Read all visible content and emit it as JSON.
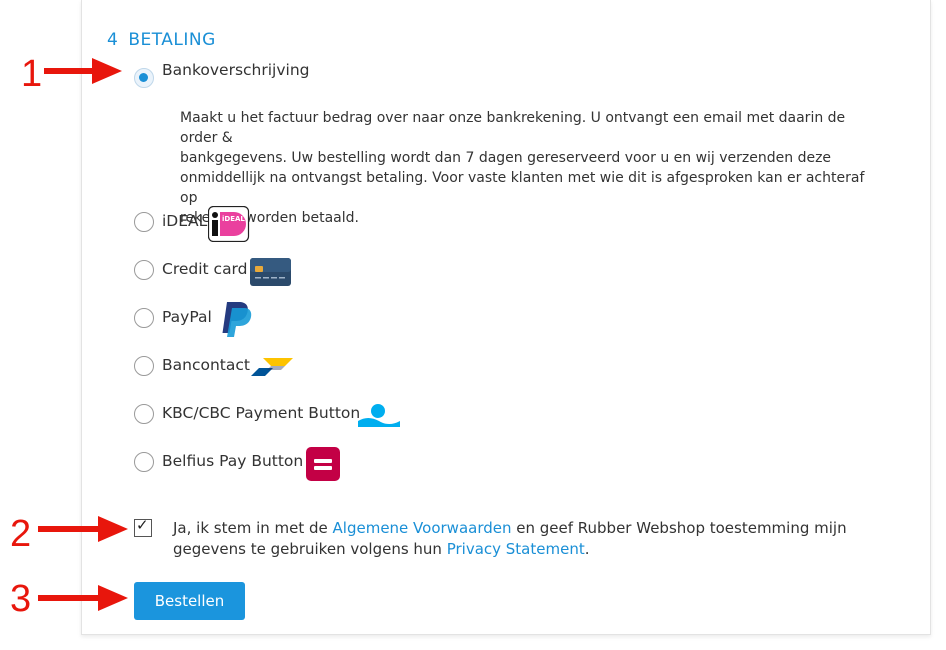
{
  "section": {
    "number": "4",
    "title": "BETALING"
  },
  "payment": {
    "options": [
      {
        "label": "Bankoverschrijving",
        "selected": true
      },
      {
        "label": "iDEAL",
        "selected": false,
        "icon": "ideal-logo"
      },
      {
        "label": "Credit card",
        "selected": false,
        "icon": "credit-card-icon"
      },
      {
        "label": "PayPal",
        "selected": false,
        "icon": "paypal-logo"
      },
      {
        "label": "Bancontact",
        "selected": false,
        "icon": "bancontact-logo"
      },
      {
        "label": "KBC/CBC Payment Button",
        "selected": false,
        "icon": "kbc-logo"
      },
      {
        "label": "Belfius Pay Button",
        "selected": false,
        "icon": "belfius-logo"
      }
    ],
    "bank_description_lines": [
      "Maakt u het factuur bedrag over naar onze bankrekening. U ontvangt een email met daarin de order &",
      "bankgegevens. Uw bestelling wordt dan 7 dagen gereserveerd voor u en wij verzenden deze",
      "onmiddellijk na ontvangst betaling. Voor vaste klanten met wie dit is afgesproken kan er achteraf op",
      "rekening worden betaald."
    ],
    "ideal_logo_text": "iDEAL"
  },
  "consent": {
    "checked": true,
    "text_before": "Ja, ik stem in met de ",
    "terms_link": "Algemene Voorwaarden",
    "text_middle": " en geef Rubber Webshop toestemming mijn",
    "text_line2": "gegevens te gebruiken volgens hun ",
    "privacy_link": "Privacy Statement",
    "text_end": "."
  },
  "submit_label": "Bestellen",
  "annotations": [
    "1",
    "2",
    "3"
  ],
  "colors": {
    "accent": "#1a8fd6",
    "button": "#1b95dd",
    "annotation": "#e8160c"
  }
}
